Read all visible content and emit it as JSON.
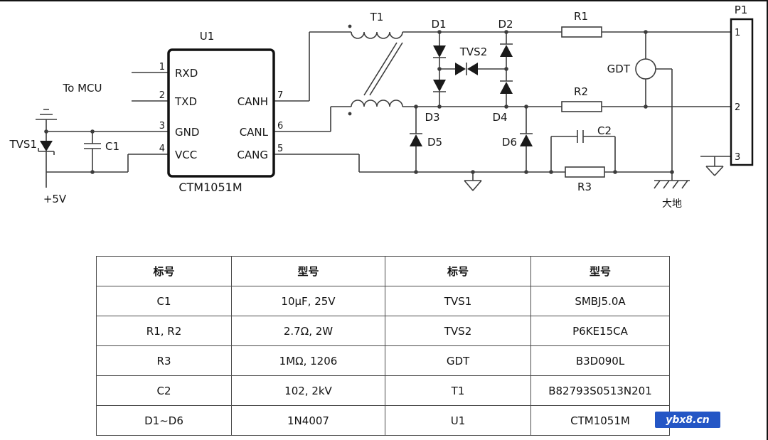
{
  "schematic": {
    "ic": {
      "ref": "U1",
      "part": "CTM1051M",
      "left_pins": [
        {
          "num": "1",
          "name": "RXD"
        },
        {
          "num": "2",
          "name": "TXD"
        },
        {
          "num": "3",
          "name": "GND"
        },
        {
          "num": "4",
          "name": "VCC"
        }
      ],
      "right_pins": [
        {
          "num": "7",
          "name": "CANH"
        },
        {
          "num": "6",
          "name": "CANL"
        },
        {
          "num": "5",
          "name": "CANG"
        }
      ]
    },
    "labels": {
      "to_mcu": "To MCU",
      "supply": "+5V",
      "tvs1": "TVS1",
      "c1": "C1",
      "t1": "T1",
      "d1": "D1",
      "d2": "D2",
      "d3": "D3",
      "d4": "D4",
      "d5": "D5",
      "d6": "D6",
      "tvs2": "TVS2",
      "r1": "R1",
      "r2": "R2",
      "r3": "R3",
      "c2": "C2",
      "gdt": "GDT",
      "earth": "大地"
    },
    "connector": {
      "ref": "P1",
      "pins": [
        "1",
        "2",
        "3"
      ]
    }
  },
  "table": {
    "headers": [
      "标号",
      "型号",
      "标号",
      "型号"
    ],
    "rows": [
      [
        "C1",
        "10μF, 25V",
        "TVS1",
        "SMBJ5.0A"
      ],
      [
        "R1, R2",
        "2.7Ω, 2W",
        "TVS2",
        "P6KE15CA"
      ],
      [
        "R3",
        "1MΩ, 1206",
        "GDT",
        "B3D090L"
      ],
      [
        "C2",
        "102, 2kV",
        "T1",
        "B82793S0513N201"
      ],
      [
        "D1~D6",
        "1N4007",
        "U1",
        "CTM1051M"
      ]
    ]
  },
  "watermark": "ybx8.cn",
  "colors": {
    "watermark_bg": "#2456c5",
    "line": "#3c3c3c"
  }
}
